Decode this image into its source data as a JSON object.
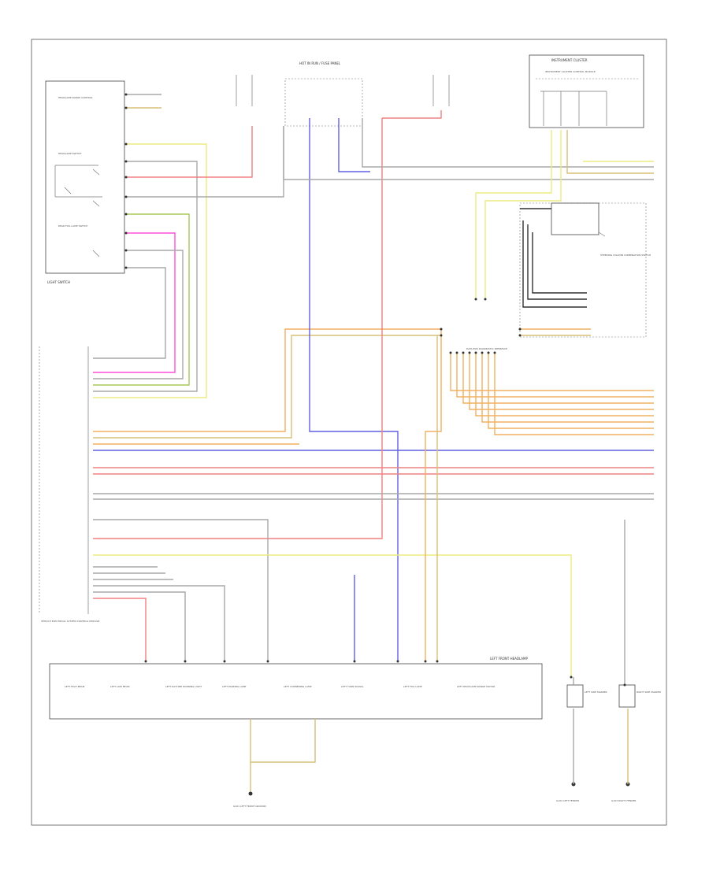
{
  "diagram": {
    "watermark_code": "",
    "colors": {
      "red": "#f08080",
      "pink": "#ff4fd8",
      "yellow": "#ecec80",
      "orange": "#f0b060",
      "blue": "#6060e0",
      "grey": "#a8a8a8",
      "green": "#a8c858",
      "tan": "#d8c078",
      "black": "#303030"
    },
    "components": {
      "light_switch": {
        "label": "LIGHT SWITCH",
        "inner_a": "HEADLAMP RANGE CONTROL",
        "inner_b": "HEADLAMP SWITCH",
        "inner_c": "REAR FOG LAMP SWITCH"
      },
      "fuse_panel": {
        "label": "HOT IN RUN / FUSE PANEL"
      },
      "instrument_cluster": {
        "label": "INSTRUMENT CLUSTER",
        "sub": "INSTRUMENT CLUSTER CONTROL MODULE"
      },
      "data_bus": {
        "label": "DATA BUS DIAGNOSTIC INTERFACE"
      },
      "steering_column": {
        "label": "STEERING COLUMN COMBINATION SWITCH"
      },
      "control_module": {
        "label": "VEHICLE ELECTRICAL SYSTEM CONTROL MODULE"
      },
      "left_front_lamp": {
        "label": "LEFT FRONT HEADLAMP",
        "cells": [
          "LEFT HIGH BEAM",
          "LEFT LOW BEAM",
          "LEFT DAYTIME RUNNING LIGHT",
          "LEFT PARKING LAMP",
          "LEFT CORNERING LAMP",
          "LEFT TURN SIGNAL",
          "LEFT FOG LAMP",
          "LEFT HEADLAMP RANGE MOTOR"
        ]
      },
      "left_side_marker": {
        "label": "LEFT SIDE MARKER"
      },
      "right_side_marker": {
        "label": "RIGHT SIDE MARKER"
      },
      "ground_left": {
        "label": "G101 LEFT FRONT GROUND"
      },
      "ground_a": {
        "label": "G102 LEFT FENDER"
      },
      "ground_b": {
        "label": "G103 RIGHT FENDER"
      }
    }
  }
}
